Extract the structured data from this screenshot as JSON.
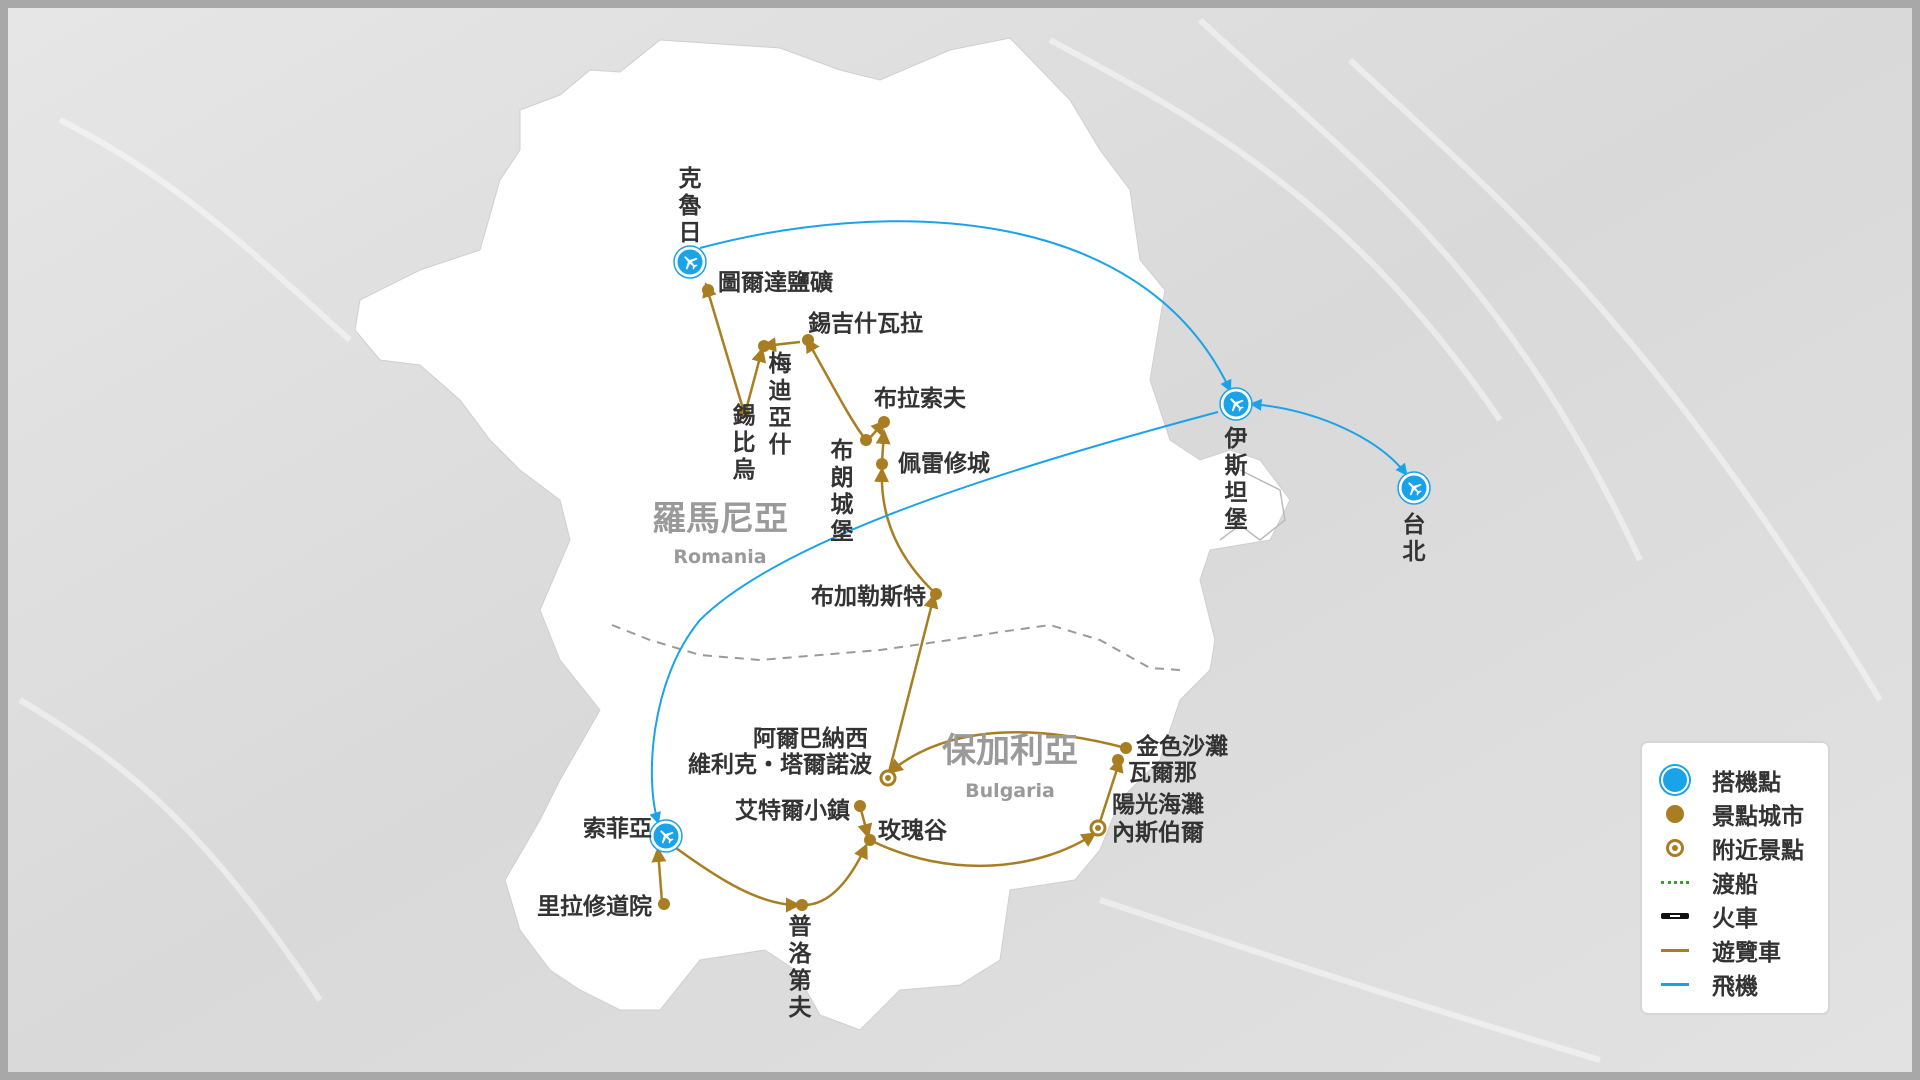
{
  "map": {
    "countries": [
      {
        "id": "romania",
        "name_zh": "羅馬尼亞",
        "name_en": "Romania"
      },
      {
        "id": "bulgaria",
        "name_zh": "保加利亞",
        "name_en": "Bulgaria"
      }
    ],
    "airports": [
      {
        "id": "cluj",
        "name": "克魯日"
      },
      {
        "id": "istanbul",
        "name": "伊斯坦堡"
      },
      {
        "id": "taipei",
        "name": "台北"
      },
      {
        "id": "sofia",
        "name": "索菲亞"
      }
    ],
    "cities": [
      {
        "id": "turda",
        "name": "圖爾達鹽礦"
      },
      {
        "id": "sibiu",
        "name": "錫比烏"
      },
      {
        "id": "medias",
        "name": "梅迪亞什"
      },
      {
        "id": "sighisoara",
        "name": "錫吉什瓦拉"
      },
      {
        "id": "brasov",
        "name": "布拉索夫"
      },
      {
        "id": "bran",
        "name": "布朗城堡"
      },
      {
        "id": "peles",
        "name": "佩雷修城"
      },
      {
        "id": "bucharest",
        "name": "布加勒斯特"
      },
      {
        "id": "rila",
        "name": "里拉修道院"
      },
      {
        "id": "plovdiv",
        "name": "普洛第夫"
      },
      {
        "id": "kazanlak",
        "name": "玫瑰谷"
      },
      {
        "id": "etara",
        "name": "艾特爾小鎮"
      },
      {
        "id": "golden_sands",
        "name": "金色沙灘"
      },
      {
        "id": "varna",
        "name": "瓦爾那"
      }
    ],
    "nearby": [
      {
        "id": "veliko",
        "name_line1": "阿爾巴納西",
        "name_line2": "維利克・塔爾諾波"
      },
      {
        "id": "nessebar",
        "name_line1": "陽光海灘",
        "name_line2": "內斯伯爾"
      }
    ]
  },
  "legend": {
    "items": [
      {
        "id": "airport",
        "label": "搭機點",
        "color": "#1aa3e8"
      },
      {
        "id": "city",
        "label": "景點城市",
        "color": "#a97e22"
      },
      {
        "id": "nearby",
        "label": "附近景點",
        "color": "#a97e22"
      },
      {
        "id": "ferry",
        "label": "渡船",
        "color": "#3aa02b"
      },
      {
        "id": "train",
        "label": "火車",
        "color": "#111111"
      },
      {
        "id": "bus",
        "label": "遊覽車",
        "color": "#a97e22"
      },
      {
        "id": "plane",
        "label": "飛機",
        "color": "#1aa3e8"
      }
    ]
  },
  "colors": {
    "bus_route": "#a97e22",
    "flight_route": "#1aa3e8",
    "land": "#ffffff",
    "border": "#9a9a9a"
  }
}
